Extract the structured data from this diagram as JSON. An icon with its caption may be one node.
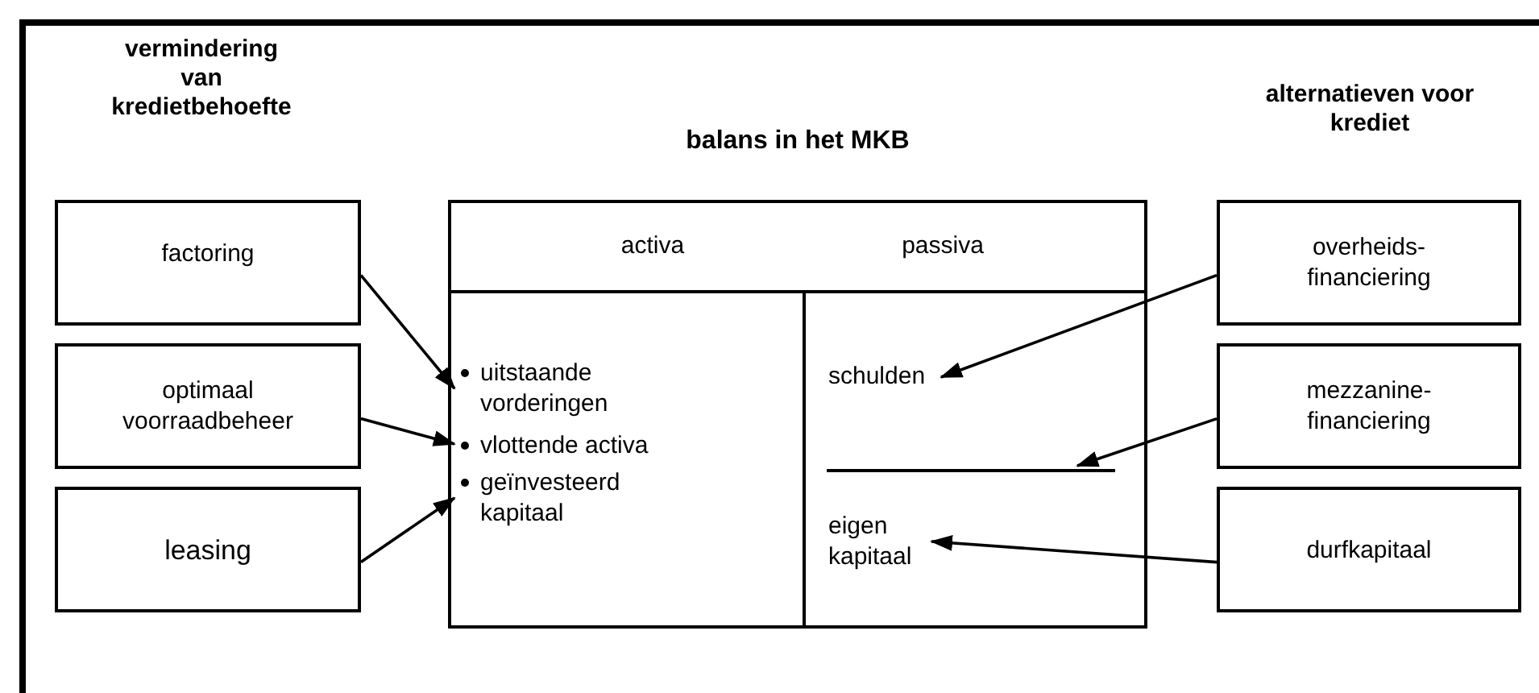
{
  "diagram": {
    "nodes": [
      {
        "text": [
          "factoring"
        ]
      },
      {
        "text": [
          "optimaal voorraadbeheer"
        ]
      },
      {
        "text": [
          "leasing"
        ]
      },
      {
        "text": [
          "balans in het MKB",
          "activa",
          "passiva"
        ]
      },
      {
        "text": [
          "uitstaande vorderingen"
        ],
        "in": 3
      },
      {
        "text": [
          "vlottende activa"
        ],
        "in": 3
      },
      {
        "text": [
          "geïnvesteerd kapitaal"
        ],
        "in": 3
      },
      {
        "text": [
          "schulden"
        ],
        "in": 3
      },
      {
        "text": [],
        "shape": "line",
        "in": 3
      },
      {
        "text": [
          "eigen kapitaal"
        ],
        "in": 3
      },
      {
        "text": [
          "overheids-financiering"
        ]
      },
      {
        "text": [
          "mezzanine-financiering"
        ]
      },
      {
        "text": [
          "durfkapitaal"
        ]
      }
    ],
    "edges": [
      {
        "from": 0,
        "to": 4,
        "arrow": "to"
      },
      {
        "from": 1,
        "to": 5,
        "arrow": "to"
      },
      {
        "from": 2,
        "to": 6,
        "arrow": "to"
      },
      {
        "from": 10,
        "to": 7,
        "arrow": "to"
      },
      {
        "from": 11,
        "to": 8,
        "arrow": "to"
      },
      {
        "from": 12,
        "to": 9,
        "arrow": "to"
      }
    ],
    "labels": [
      "vermindering van kredietbehoefte",
      "alternatieven voor krediet"
    ]
  }
}
